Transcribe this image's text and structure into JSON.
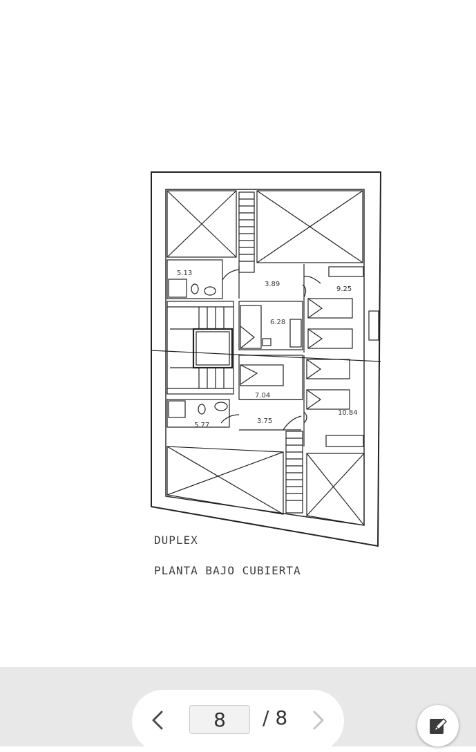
{
  "document": {
    "rooms": [
      {
        "id": "bath-top",
        "area": "5.13"
      },
      {
        "id": "hall-top",
        "area": "3.89"
      },
      {
        "id": "bed-right-top",
        "area": "9.25"
      },
      {
        "id": "bed-center-top",
        "area": "6.28"
      },
      {
        "id": "bed-center-bottom",
        "area": "7.04"
      },
      {
        "id": "bath-bottom",
        "area": "5.77"
      },
      {
        "id": "hall-bottom",
        "area": "3.75"
      },
      {
        "id": "bed-right-bottom",
        "area": "10.84"
      }
    ],
    "title_line1": "DUPLEX",
    "title_line2": "PLANTA BAJO CUBIERTA"
  },
  "viewer": {
    "current_page": "8",
    "total_pages": "/ 8",
    "prev_icon": "chevron-left-icon",
    "next_icon": "chevron-right-icon",
    "edit_icon": "edit-pen-icon"
  }
}
